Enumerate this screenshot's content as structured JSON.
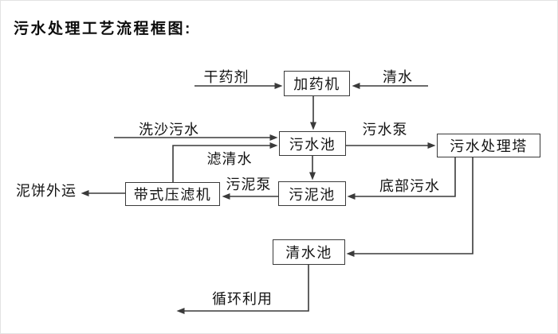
{
  "title": "污水处理工艺流程框图:",
  "nodes": {
    "dosing_machine": {
      "label": "加药机"
    },
    "sewage_pool": {
      "label": "污水池"
    },
    "treatment_tower": {
      "label": "污水处理塔"
    },
    "sludge_pool": {
      "label": "污泥池"
    },
    "belt_filter_press": {
      "label": "带式压滤机"
    },
    "clean_water_pool": {
      "label": "清水池"
    }
  },
  "edge_labels": {
    "dry_agent": "干药剂",
    "clean_water": "清水",
    "sand_washing_sewage": "洗沙污水",
    "sewage_pump": "污水泵",
    "filtered_water": "滤清水",
    "sludge_pump": "污泥泵",
    "bottom_sewage": "底部污水",
    "mud_cake_out": "泥饼外运",
    "recycling": "循环利用"
  },
  "edges": [
    {
      "from": "dry_agent_input",
      "to": "dosing_machine",
      "label": "干药剂"
    },
    {
      "from": "clean_water_input",
      "to": "dosing_machine",
      "label": "清水"
    },
    {
      "from": "dosing_machine",
      "to": "sewage_pool",
      "label": ""
    },
    {
      "from": "sand_washing_input",
      "to": "sewage_pool",
      "label": "洗沙污水"
    },
    {
      "from": "belt_filter_press",
      "to": "sewage_pool",
      "label": "滤清水"
    },
    {
      "from": "sewage_pool",
      "to": "treatment_tower",
      "label": "污水泵"
    },
    {
      "from": "sewage_pool",
      "to": "sludge_pool",
      "label": ""
    },
    {
      "from": "treatment_tower",
      "to": "sludge_pool",
      "label": "底部污水"
    },
    {
      "from": "sludge_pool",
      "to": "belt_filter_press",
      "label": "污泥泵"
    },
    {
      "from": "belt_filter_press",
      "to": "mud_cake_output",
      "label": "泥饼外运"
    },
    {
      "from": "treatment_tower",
      "to": "clean_water_pool",
      "label": ""
    },
    {
      "from": "clean_water_pool",
      "to": "recycle_output",
      "label": "循环利用"
    }
  ],
  "colors": {
    "line": "#3a3a3a",
    "text": "#141414",
    "background": "#ffffff"
  }
}
